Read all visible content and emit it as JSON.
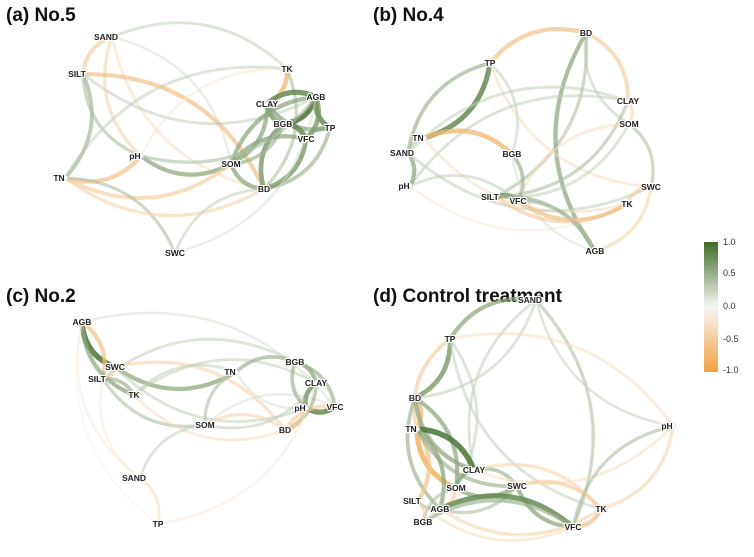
{
  "color_scale": {
    "low": "#f0a040",
    "mid": "#f7f7f5",
    "high": "#3f6b26",
    "ticks": [
      "1.0",
      "0.5",
      "0.0",
      "-0.5",
      "-1.0"
    ]
  },
  "panels": [
    {
      "title": "(a) No.5",
      "nodes": [
        "SAND",
        "SILT",
        "TK",
        "CLAY",
        "AGB",
        "BGB",
        "TP",
        "VFC",
        "pH",
        "SOM",
        "TN",
        "BD",
        "SWC"
      ],
      "edges": [
        [
          "SAND",
          "SILT",
          -0.5
        ],
        [
          "SAND",
          "TK",
          0.3
        ],
        [
          "SAND",
          "pH",
          -0.4
        ],
        [
          "SAND",
          "SOM",
          0.2
        ],
        [
          "SAND",
          "BD",
          -0.3
        ],
        [
          "SILT",
          "TN",
          0.5
        ],
        [
          "SILT",
          "pH",
          0.4
        ],
        [
          "SILT",
          "BD",
          -0.6
        ],
        [
          "SILT",
          "AGB",
          0.3
        ],
        [
          "TK",
          "CLAY",
          -0.7
        ],
        [
          "TK",
          "TN",
          0.3
        ],
        [
          "TK",
          "BD",
          0.4
        ],
        [
          "TK",
          "pH",
          -0.2
        ],
        [
          "CLAY",
          "AGB",
          0.8
        ],
        [
          "CLAY",
          "BGB",
          0.7
        ],
        [
          "CLAY",
          "SOM",
          0.6
        ],
        [
          "CLAY",
          "TP",
          0.6
        ],
        [
          "AGB",
          "BGB",
          0.9
        ],
        [
          "AGB",
          "TP",
          0.8
        ],
        [
          "AGB",
          "VFC",
          0.7
        ],
        [
          "AGB",
          "SOM",
          0.6
        ],
        [
          "BGB",
          "VFC",
          0.8
        ],
        [
          "BGB",
          "BD",
          0.7
        ],
        [
          "BGB",
          "SOM",
          0.5
        ],
        [
          "TP",
          "VFC",
          0.6
        ],
        [
          "TP",
          "BD",
          0.5
        ],
        [
          "VFC",
          "SOM",
          0.6
        ],
        [
          "VFC",
          "BD",
          0.7
        ],
        [
          "pH",
          "SOM",
          0.6
        ],
        [
          "pH",
          "TN",
          -0.6
        ],
        [
          "pH",
          "AGB",
          0.4
        ],
        [
          "SOM",
          "TN",
          -0.5
        ],
        [
          "SOM",
          "BD",
          0.6
        ],
        [
          "TN",
          "SWC",
          0.4
        ],
        [
          "TN",
          "BD",
          -0.4
        ],
        [
          "SWC",
          "BD",
          0.3
        ],
        [
          "SWC",
          "AGB",
          0.2
        ]
      ]
    },
    {
      "title": "(b) No.4",
      "nodes": [
        "BD",
        "TP",
        "CLAY",
        "SOM",
        "TN",
        "SAND",
        "pH",
        "BGB",
        "SILT",
        "VFC",
        "SWC",
        "TK",
        "AGB"
      ],
      "edges": [
        [
          "BD",
          "TP",
          -0.6
        ],
        [
          "BD",
          "CLAY",
          -0.5
        ],
        [
          "BD",
          "SOM",
          0.3
        ],
        [
          "BD",
          "SILT",
          0.4
        ],
        [
          "BD",
          "AGB",
          0.6
        ],
        [
          "TP",
          "TN",
          0.8
        ],
        [
          "TP",
          "SAND",
          0.5
        ],
        [
          "TP",
          "BGB",
          0.3
        ],
        [
          "TP",
          "SWC",
          -0.3
        ],
        [
          "CLAY",
          "SOM",
          -0.4
        ],
        [
          "CLAY",
          "SAND",
          0.3
        ],
        [
          "CLAY",
          "SILT",
          0.4
        ],
        [
          "CLAY",
          "pH",
          0.3
        ],
        [
          "SOM",
          "SILT",
          0.3
        ],
        [
          "SOM",
          "VFC",
          -0.3
        ],
        [
          "SOM",
          "SWC",
          0.4
        ],
        [
          "TN",
          "SAND",
          0.4
        ],
        [
          "TN",
          "BGB",
          -0.7
        ],
        [
          "TN",
          "TK",
          -0.3
        ],
        [
          "SAND",
          "pH",
          0.6
        ],
        [
          "SAND",
          "SWC",
          0.3
        ],
        [
          "pH",
          "VFC",
          0.3
        ],
        [
          "pH",
          "TK",
          -0.2
        ],
        [
          "BGB",
          "VFC",
          0.5
        ],
        [
          "BGB",
          "AGB",
          0.2
        ],
        [
          "SILT",
          "VFC",
          0.7
        ],
        [
          "SILT",
          "TK",
          -0.5
        ],
        [
          "SILT",
          "AGB",
          0.5
        ],
        [
          "VFC",
          "TK",
          -0.6
        ],
        [
          "VFC",
          "AGB",
          0.4
        ],
        [
          "SWC",
          "TK",
          -0.5
        ],
        [
          "SWC",
          "AGB",
          -0.4
        ]
      ]
    },
    {
      "title": "(c) No.2",
      "nodes": [
        "AGB",
        "SWC",
        "SILT",
        "TK",
        "TN",
        "SOM",
        "BGB",
        "CLAY",
        "pH",
        "VFC",
        "BD",
        "SAND",
        "TP"
      ],
      "edges": [
        [
          "AGB",
          "SWC",
          0.9
        ],
        [
          "AGB",
          "SILT",
          -0.6
        ],
        [
          "AGB",
          "TK",
          0.6
        ],
        [
          "AGB",
          "VFC",
          0.2
        ],
        [
          "AGB",
          "SAND",
          -0.2
        ],
        [
          "SWC",
          "SILT",
          -0.5
        ],
        [
          "SWC",
          "TN",
          0.6
        ],
        [
          "SWC",
          "BD",
          -0.4
        ],
        [
          "SWC",
          "pH",
          0.3
        ],
        [
          "SILT",
          "TK",
          0.5
        ],
        [
          "SILT",
          "SOM",
          0.4
        ],
        [
          "SILT",
          "BGB",
          0.3
        ],
        [
          "SILT",
          "SAND",
          -0.2
        ],
        [
          "TK",
          "TN",
          0.3
        ],
        [
          "TK",
          "BD",
          -0.3
        ],
        [
          "TK",
          "CLAY",
          0.3
        ],
        [
          "TN",
          "SOM",
          0.4
        ],
        [
          "TN",
          "BGB",
          0.5
        ],
        [
          "TN",
          "pH",
          0.2
        ],
        [
          "SOM",
          "BD",
          -0.4
        ],
        [
          "SOM",
          "CLAY",
          0.3
        ],
        [
          "SOM",
          "VFC",
          0.2
        ],
        [
          "SOM",
          "SAND",
          0.3
        ],
        [
          "BGB",
          "CLAY",
          0.6
        ],
        [
          "BGB",
          "pH",
          0.5
        ],
        [
          "BGB",
          "VFC",
          0.5
        ],
        [
          "CLAY",
          "pH",
          0.7
        ],
        [
          "CLAY",
          "BD",
          0.5
        ],
        [
          "pH",
          "VFC",
          0.8
        ],
        [
          "pH",
          "BD",
          -0.6
        ],
        [
          "VFC",
          "BD",
          -0.5
        ],
        [
          "SAND",
          "TP",
          -0.3
        ],
        [
          "TP",
          "CLAY",
          -0.2
        ],
        [
          "TP",
          "AGB",
          -0.1
        ]
      ]
    },
    {
      "title": "(d) Control treatment",
      "nodes": [
        "SAND",
        "TP",
        "BD",
        "TN",
        "CLAY",
        "SOM",
        "SWC",
        "SILT",
        "AGB",
        "BGB",
        "VFC",
        "TK",
        "pH"
      ],
      "edges": [
        [
          "SAND",
          "TP",
          0.6
        ],
        [
          "SAND",
          "BD",
          0.3
        ],
        [
          "SAND",
          "CLAY",
          0.3
        ],
        [
          "SAND",
          "VFC",
          0.4
        ],
        [
          "SAND",
          "pH",
          0.2
        ],
        [
          "TP",
          "BD",
          0.7
        ],
        [
          "TP",
          "TN",
          -0.5
        ],
        [
          "TP",
          "SOM",
          0.3
        ],
        [
          "TP",
          "TK",
          0.3
        ],
        [
          "BD",
          "TN",
          -0.7
        ],
        [
          "BD",
          "CLAY",
          0.6
        ],
        [
          "BD",
          "SOM",
          0.6
        ],
        [
          "BD",
          "AGB",
          0.5
        ],
        [
          "TN",
          "CLAY",
          0.9
        ],
        [
          "TN",
          "SOM",
          -0.8
        ],
        [
          "TN",
          "SILT",
          -0.6
        ],
        [
          "TN",
          "SWC",
          0.5
        ],
        [
          "TN",
          "AGB",
          0.6
        ],
        [
          "CLAY",
          "SOM",
          0.6
        ],
        [
          "CLAY",
          "SWC",
          0.5
        ],
        [
          "CLAY",
          "pH",
          -0.3
        ],
        [
          "CLAY",
          "TK",
          -0.4
        ],
        [
          "SOM",
          "SWC",
          0.6
        ],
        [
          "SOM",
          "AGB",
          -0.5
        ],
        [
          "SOM",
          "BGB",
          0.4
        ],
        [
          "SWC",
          "AGB",
          0.4
        ],
        [
          "SWC",
          "VFC",
          0.6
        ],
        [
          "SWC",
          "TK",
          -0.5
        ],
        [
          "SILT",
          "AGB",
          0.5
        ],
        [
          "SILT",
          "BGB",
          -0.4
        ],
        [
          "SILT",
          "VFC",
          -0.3
        ],
        [
          "AGB",
          "VFC",
          0.8
        ],
        [
          "AGB",
          "TK",
          -0.4
        ],
        [
          "BGB",
          "VFC",
          0.5
        ],
        [
          "VFC",
          "TK",
          -0.6
        ],
        [
          "VFC",
          "pH",
          0.4
        ],
        [
          "TK",
          "pH",
          -0.4
        ],
        [
          "pH",
          "SAND",
          0.2
        ],
        [
          "pH",
          "TP",
          -0.3
        ]
      ]
    }
  ]
}
